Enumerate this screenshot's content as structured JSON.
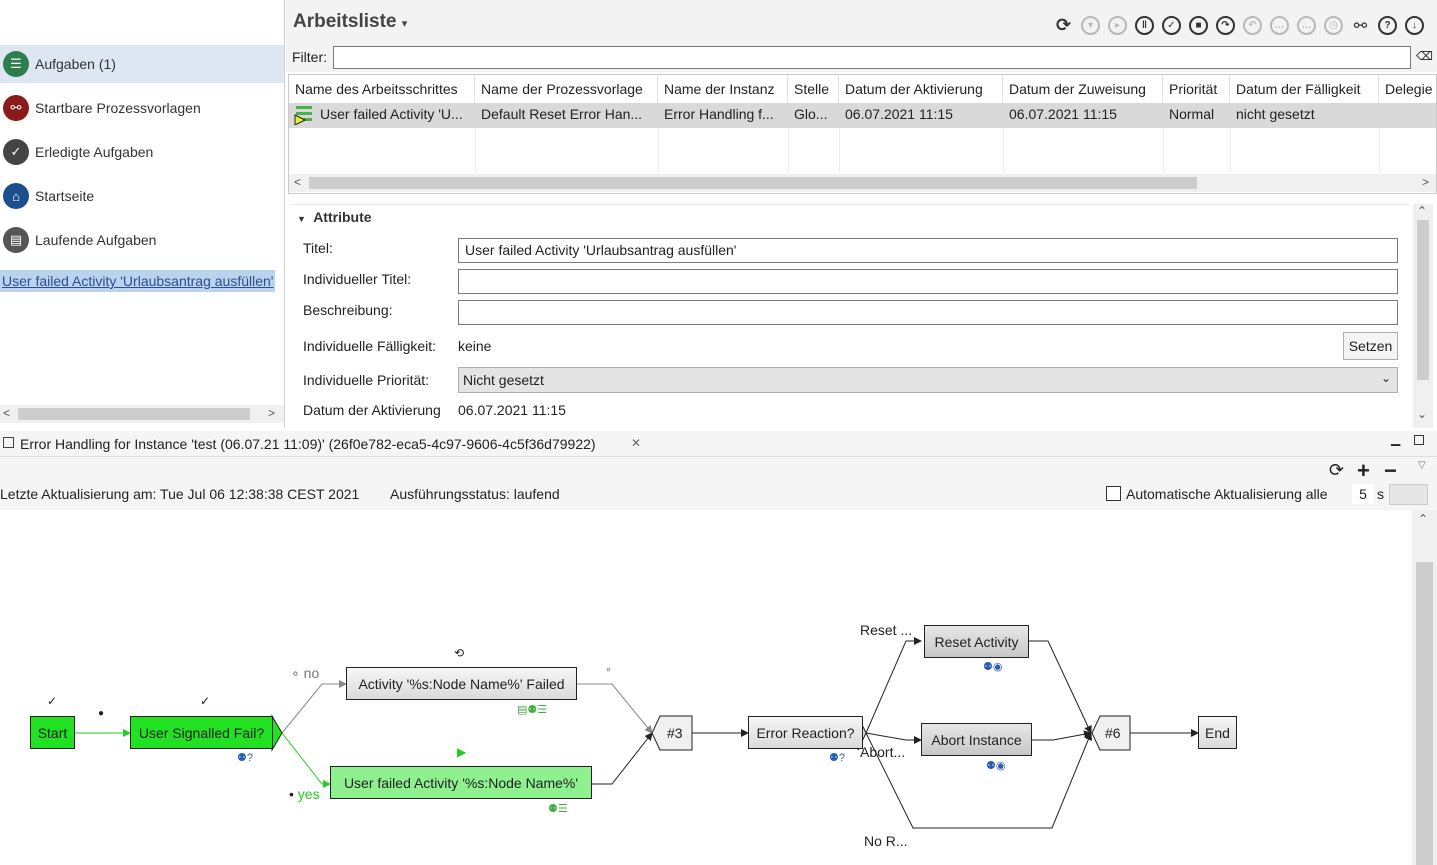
{
  "sidebar": {
    "items": [
      {
        "label": "Aufgaben (1)",
        "icon": "tasks-icon",
        "color": "#2e7d4f"
      },
      {
        "label": "Startbare Prozessvorlagen",
        "icon": "process-templates-icon",
        "color": "#8b1a1a"
      },
      {
        "label": "Erledigte Aufgaben",
        "icon": "completed-tasks-icon",
        "color": "#444444"
      },
      {
        "label": "Startseite",
        "icon": "home-icon",
        "color": "#1f4e8c"
      },
      {
        "label": "Laufende Aufgaben",
        "icon": "running-tasks-icon",
        "color": "#555555"
      }
    ],
    "link": "User failed Activity 'Urlaubsantrag ausfüllen'"
  },
  "worklist": {
    "title": "Arbeitsliste",
    "filter_label": "Filter:",
    "columns": [
      "Name des Arbeitsschrittes",
      "Name der Prozessvorlage",
      "Name der Instanz",
      "Stelle",
      "Datum der Aktivierung",
      "Datum der Zuweisung",
      "Priorität",
      "Datum der Fälligkeit",
      "Delegie"
    ],
    "row": [
      "User failed Activity 'U...",
      "Default Reset Error Han...",
      "Error Handling f...",
      "Glo...",
      "06.07.2021 11:15",
      "06.07.2021 11:15",
      "Normal",
      "nicht gesetzt",
      ""
    ]
  },
  "attributes": {
    "section": "Attribute",
    "titel_label": "Titel:",
    "titel_value": "User failed Activity 'Urlaubsantrag ausfüllen'",
    "ind_titel_label": "Individueller Titel:",
    "beschreibung_label": "Beschreibung:",
    "faelligkeit_label": "Individuelle Fälligkeit:",
    "faelligkeit_value": "keine",
    "setzen_button": "Setzen",
    "prioritaet_label": "Individuelle Priorität:",
    "prioritaet_value": "Nicht gesetzt",
    "aktivierung_label": "Datum der Aktivierung",
    "aktivierung_value": "06.07.2021 11:15"
  },
  "bottom": {
    "tab_title": "Error Handling for Instance 'test (06.07.21 11:09)' (26f0e782-eca5-4c97-9606-4c5f36d79922)",
    "last_update": "Letzte Aktualisierung am: Tue Jul 06 12:38:38 CEST 2021",
    "status": "Ausführungsstatus: laufend",
    "auto_update_label": "Automatische Aktualisierung alle",
    "auto_update_value": "5",
    "auto_update_unit": "s"
  },
  "diagram": {
    "start": "Start",
    "user_signalled": "User Signalled Fail?",
    "activity_failed": "Activity '%s:Node Name%' Failed",
    "user_failed": "User failed Activity '%s:Node Name%'",
    "join3": "#3",
    "error_reaction": "Error Reaction?",
    "reset_activity": "Reset Activity",
    "abort_instance": "Abort Instance",
    "join6": "#6",
    "end": "End",
    "label_no": "no",
    "label_yes": "yes",
    "label_reset": "Reset ...",
    "label_abort": "Abort...",
    "label_nor": "No R..."
  }
}
